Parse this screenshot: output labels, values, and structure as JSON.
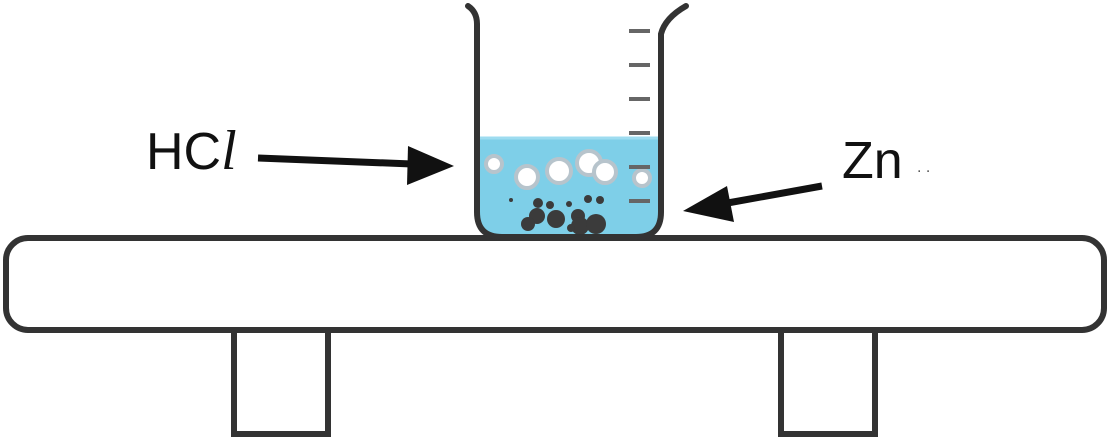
{
  "labels": {
    "acid_prefix": "HC",
    "acid_suffix": "l",
    "metal": "Zn",
    "metal_mark": ". ."
  },
  "colors": {
    "outline": "#333333",
    "liquid": "#7ecfe8",
    "liquid_surface": "#9edcf0",
    "bubble_fill": "#ffffff",
    "bubble_stroke": "#b7c4cc",
    "metal_particle": "#3b3b3b",
    "arrow": "#111111",
    "graduation": "#666666"
  }
}
